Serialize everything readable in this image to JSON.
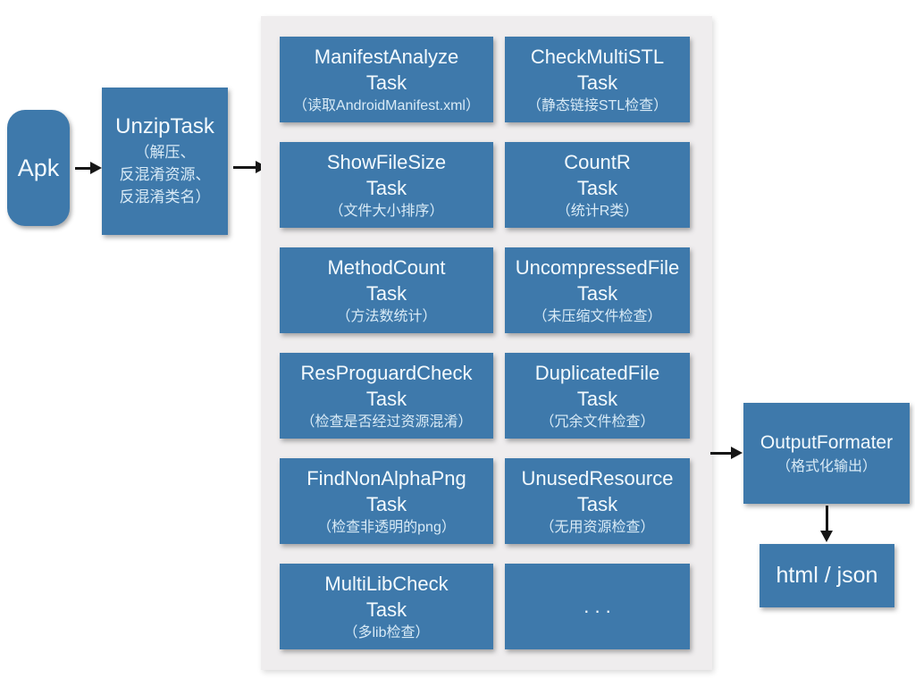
{
  "diagram": {
    "colors": {
      "node_blue": "#3e79ab",
      "panel_gray": "#efedee",
      "arrow_black": "#161616",
      "title_text": "#f3fafe",
      "subtitle_text": "#d8eaf6"
    },
    "input_node": {
      "label": "Apk"
    },
    "unzip_node": {
      "title": "UnzipTask",
      "subtitle": "（解压、\n反混淆资源、\n反混淆类名）"
    },
    "tasks": [
      {
        "title": "ManifestAnalyze\nTask",
        "subtitle": "（读取AndroidManifest.xml）"
      },
      {
        "title": "CheckMultiSTL\nTask",
        "subtitle": "（静态链接STL检查）"
      },
      {
        "title": "ShowFileSize\nTask",
        "subtitle": "（文件大小排序）"
      },
      {
        "title": "CountR\nTask",
        "subtitle": "（统计R类）"
      },
      {
        "title": "MethodCount\nTask",
        "subtitle": "（方法数统计）"
      },
      {
        "title": "UncompressedFile\nTask",
        "subtitle": "（未压缩文件检查）"
      },
      {
        "title": "ResProguardCheck\nTask",
        "subtitle": "（检查是否经过资源混淆）"
      },
      {
        "title": "DuplicatedFile\nTask",
        "subtitle": "（冗余文件检查）"
      },
      {
        "title": "FindNonAlphaPng\nTask",
        "subtitle": "（检查非透明的png）"
      },
      {
        "title": "UnusedResource\nTask",
        "subtitle": "（无用资源检查）"
      },
      {
        "title": "MultiLibCheck\nTask",
        "subtitle": "（多lib检查）"
      },
      {
        "title": ". . .",
        "subtitle": ""
      }
    ],
    "output_node": {
      "title": "OutputFormater",
      "subtitle": "（格式化输出）"
    },
    "result_node": {
      "label": "html / json"
    }
  }
}
